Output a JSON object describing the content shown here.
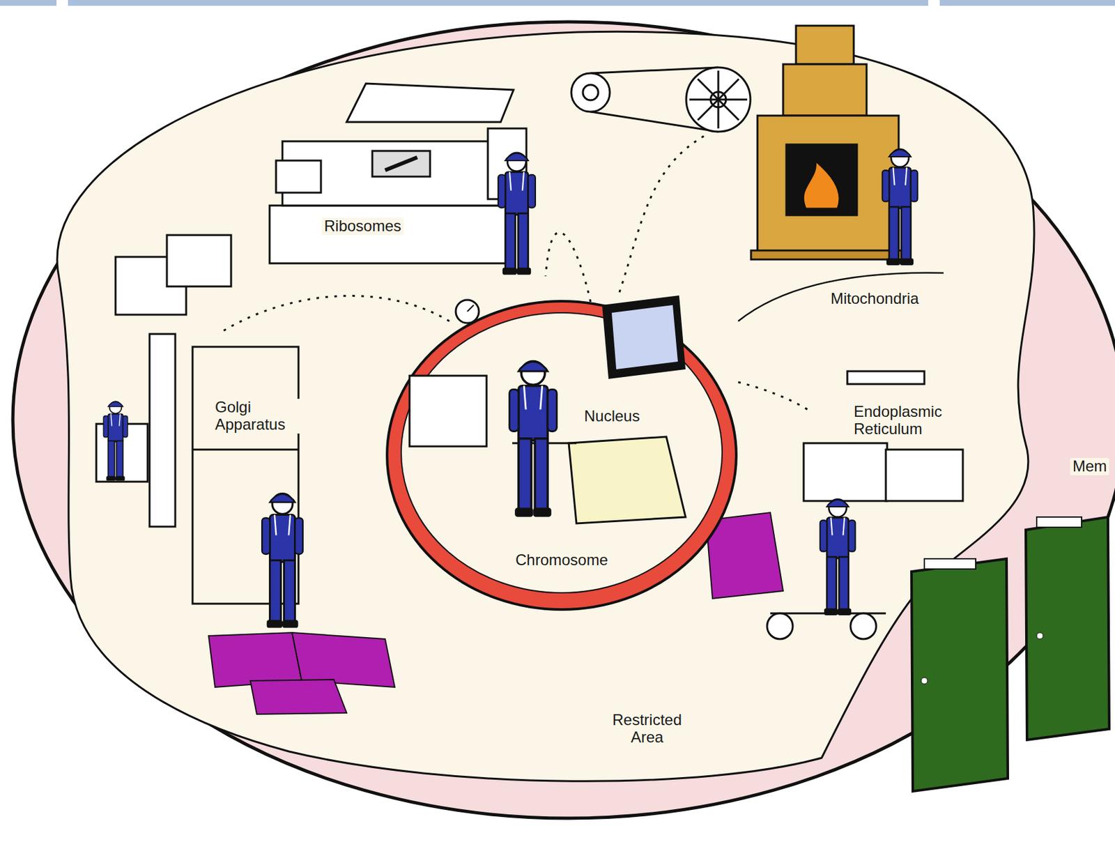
{
  "diagram": {
    "nodes": [
      {
        "text": [
          "Nucleus",
          "Chromosome"
        ]
      }
    ],
    "labels": [
      "Ribosomes",
      "Mitochondria",
      "Golgi Apparatus",
      "Endoplasmic Reticulum",
      "Restricted Area",
      "Mem"
    ]
  }
}
